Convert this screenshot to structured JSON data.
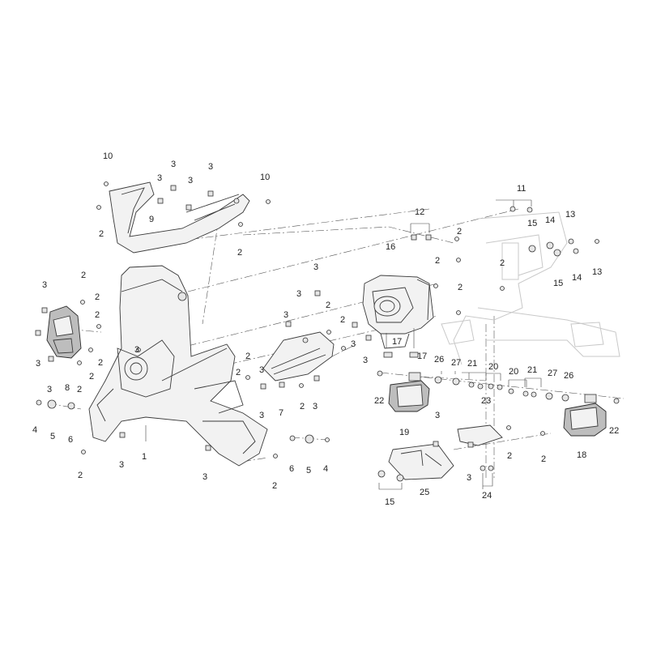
{
  "diagram": {
    "type": "exploded-parts-view",
    "callouts": {
      "c1": "1",
      "c2": "2",
      "c3": "3",
      "c4": "4",
      "c5": "5",
      "c6": "6",
      "c7": "7",
      "c8": "8",
      "c9": "9",
      "c10": "10",
      "c11": "11",
      "c12": "12",
      "c13": "13",
      "c14": "14",
      "c15": "15",
      "c16": "16",
      "c17": "17",
      "c18": "18",
      "c19": "19",
      "c20": "20",
      "c21": "21",
      "c22": "22",
      "c23": "23",
      "c24": "24",
      "c25": "25",
      "c26": "26",
      "c27": "27"
    }
  }
}
